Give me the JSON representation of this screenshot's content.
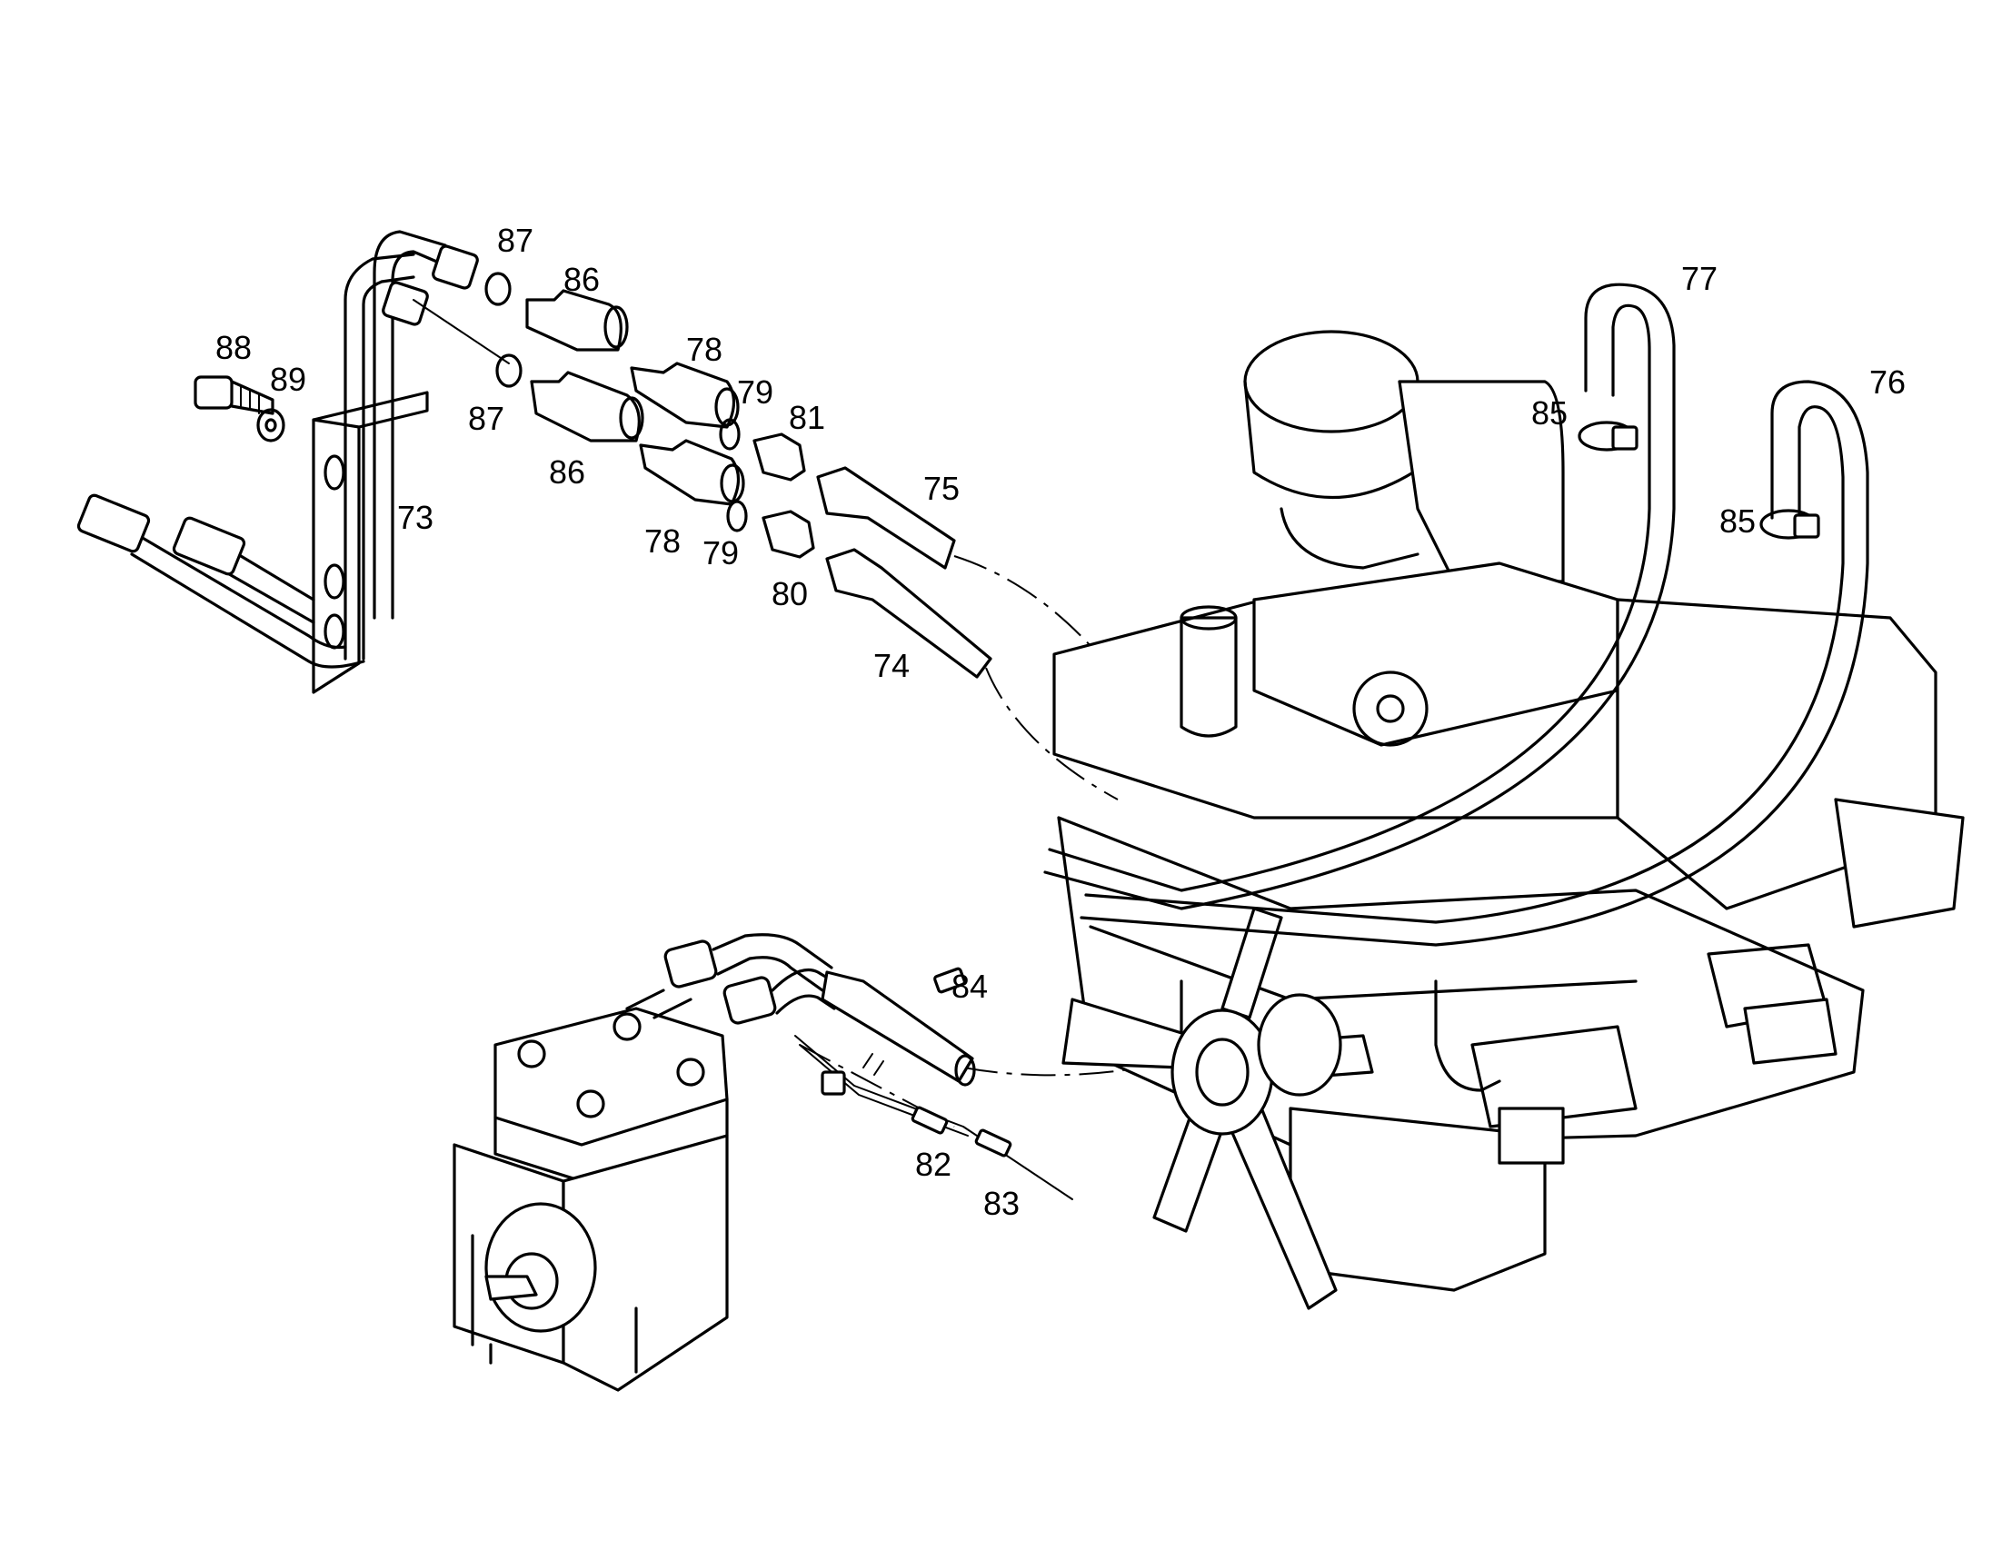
{
  "diagram": {
    "part_numbers": {
      "p73": "73",
      "p74": "74",
      "p75": "75",
      "p76": "76",
      "p77": "77",
      "p78a": "78",
      "p78b": "78",
      "p79a": "79",
      "p79b": "79",
      "p80": "80",
      "p81": "81",
      "p82": "82",
      "p83": "83",
      "p84": "84",
      "p85a": "85",
      "p85b": "85",
      "p86a": "86",
      "p86b": "86",
      "p87a": "87",
      "p87b": "87",
      "p88": "88",
      "p89": "89"
    },
    "line_color": "#000000",
    "background_color": "#ffffff"
  }
}
